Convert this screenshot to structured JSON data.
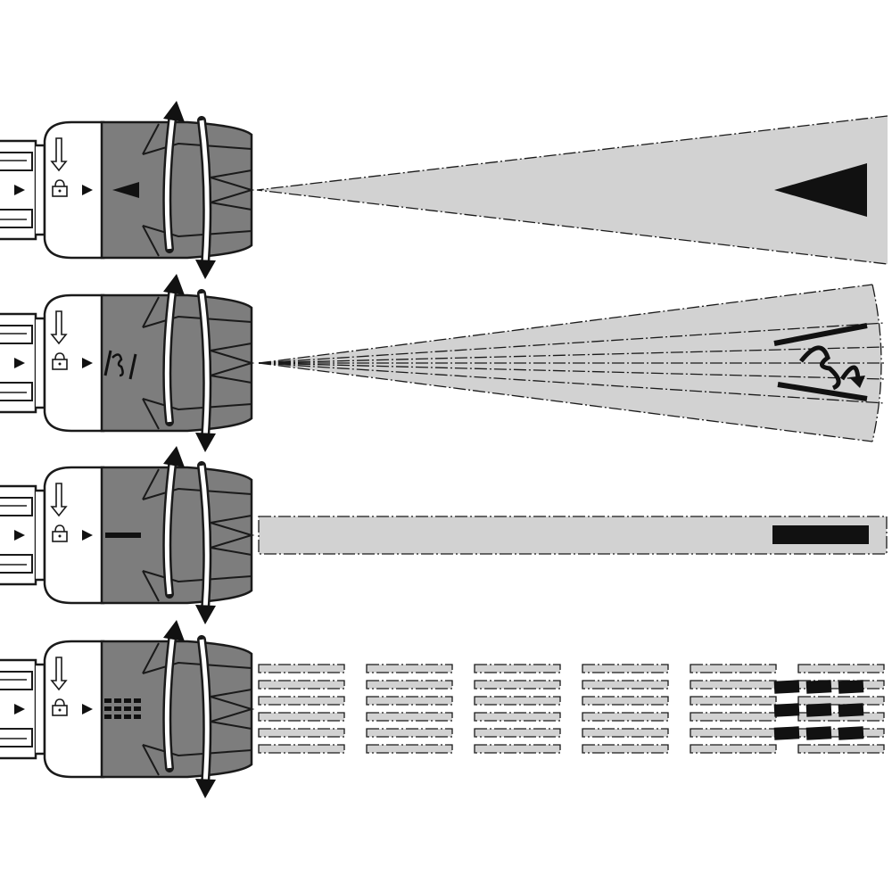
{
  "diagram": {
    "colors": {
      "background": "#ffffff",
      "outline": "#1a1a1a",
      "ring_fill": "#7d7d7d",
      "ring_ridge": "#9a9a9a",
      "collar_fill": "#ffffff",
      "spray_fill": "#d2d2d2",
      "symbol_fill": "#111111"
    },
    "rows": [
      {
        "mode": "jet",
        "symbol": "jet-triangle-icon",
        "spray": "cone"
      },
      {
        "mode": "mist",
        "symbol": "mist-wave-icon",
        "spray": "cone-multi"
      },
      {
        "mode": "flat",
        "symbol": "flat-bar-icon",
        "spray": "flat-beam"
      },
      {
        "mode": "shower",
        "symbol": "shower-grid-icon",
        "spray": "dashed-streams"
      }
    ],
    "controls": {
      "rotate_hint": "rotate-arrows-icon",
      "lock_hint": "padlock-icon",
      "pointer_hint": "pointer-triangle-icon"
    }
  }
}
